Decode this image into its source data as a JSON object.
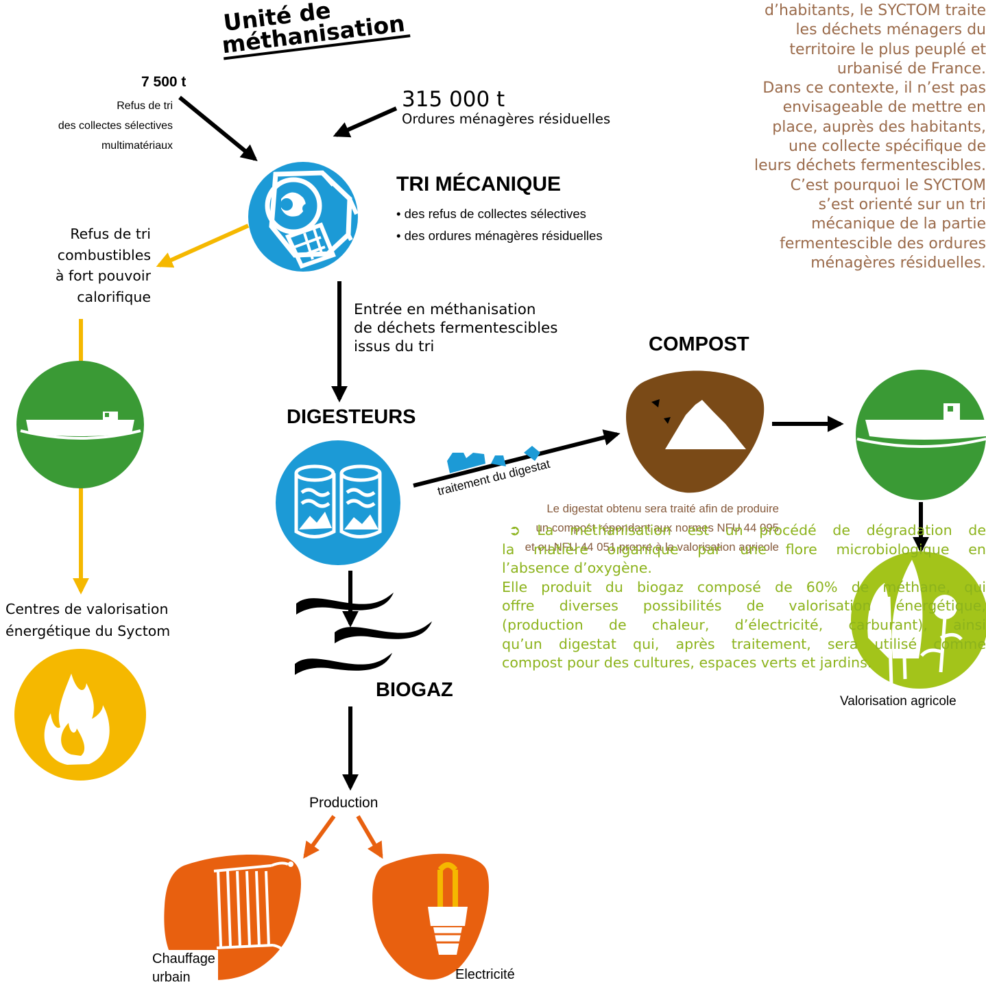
{
  "title": {
    "line1": "Unité de",
    "line2": "méthanisation"
  },
  "inputs": {
    "refus": {
      "amount": "7 500 t",
      "lines": [
        "Refus de tri",
        "des collectes sélectives",
        "multimatériaux"
      ]
    },
    "omr": {
      "amount": "315 000 t",
      "label": "Ordures ménagères résiduelles"
    }
  },
  "tri_mecanique": {
    "title": "TRI MÉCANIQUE",
    "bullets": [
      "• des refus de collectes sélectives",
      "• des ordures ménagères résiduelles"
    ]
  },
  "refus_combustibles": {
    "lines": [
      "Refus de tri",
      "combustibles",
      "à fort pouvoir",
      "calorifique"
    ]
  },
  "entree": {
    "lines": [
      "Entrée en méthanisation",
      "de déchets fermentescibles",
      "issus du tri"
    ]
  },
  "digesteurs": {
    "title": "DIGESTEURS"
  },
  "traitement": {
    "label": "traitement du digestat"
  },
  "compost": {
    "title": "COMPOST"
  },
  "digestat_note": {
    "lines": [
      "Le digestat obtenu sera traité afin de produire",
      "un compost répondant aux normes NFU 44 095",
      "et ou NFU 44 051 propre à la valorisation agricole"
    ]
  },
  "biogaz": {
    "title": "BIOGAZ"
  },
  "production": {
    "label": "Production"
  },
  "outputs": {
    "chauffage": [
      "Chauffage",
      "urbain"
    ],
    "electricite": "Electricité"
  },
  "centres": {
    "lines": [
      "Centres de valorisation",
      "énergétique du Syctom"
    ]
  },
  "valorisation_agricole": {
    "label": "Valorisation agricole"
  },
  "right_paragraph": {
    "lines": [
      "d’habitants, le SYCTOM traite",
      "les déchets ménagers du",
      "territoire le plus peuplé et",
      "urbanisé de France.",
      "Dans ce contexte, il n’est pas",
      "envisageable de mettre en",
      "place, auprès des habitants,",
      "une collecte spécifique de",
      "leurs déchets fermentescibles.",
      "C’est pourquoi le SYCTOM",
      "s’est orienté sur un tri",
      "mécanique de la partie",
      "fermentescible des ordures",
      "ménagères résiduelles."
    ]
  },
  "bottom_paragraph": {
    "arrow_glyph": "➲",
    "lines": [
      "La méthanisation est un procédé de dégradation de",
      "la matière organique par une flore microbiologique en",
      "l’absence d’oxygène.",
      "Elle produit du biogaz composé de 60% de méthane, qui",
      "offre diverses possibilités de valorisation énergétique,",
      "(production de chaleur, d’électricité, carburant), ainsi",
      "qu’un digestat qui, après traitement, sera utilisé comme",
      "compost pour des cultures, espaces verts et jardins."
    ]
  },
  "colors": {
    "blue": "#1c9ad6",
    "green": "#3a9a35",
    "yellow": "#f5b800",
    "brown": "#7a4a17",
    "orange": "#e8600f",
    "lime": "#a3c41a",
    "para_brown": "#9a6a4a",
    "para_green": "#8cb31c"
  },
  "icons": [
    "trommel-icon",
    "digester-tanks-icon",
    "barge-icon",
    "flame-icon",
    "compost-heap-icon",
    "crops-icon",
    "radiator-icon",
    "light-bulb-icon",
    "biogas-waves-icon"
  ]
}
